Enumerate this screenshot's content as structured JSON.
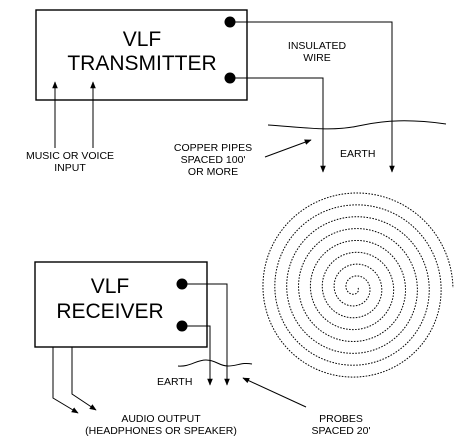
{
  "transmitter": {
    "line1": "VLF",
    "line2": "TRANSMITTER"
  },
  "receiver": {
    "line1": "VLF",
    "line2": "RECEIVER"
  },
  "labels": {
    "insulated_wire_1": "INSULATED",
    "insulated_wire_2": "WIRE",
    "earth_top": "EARTH",
    "earth_bottom": "EARTH",
    "copper_1": "COPPER PIPES",
    "copper_2": "SPACED 100'",
    "copper_3": "OR  MORE",
    "music_1": "MUSIC OR VOICE",
    "music_2": "INPUT",
    "audio_1": "AUDIO OUTPUT",
    "audio_2": "(HEADPHONES OR SPEAKER)",
    "probes_1": "PROBES",
    "probes_2": "SPACED 20'"
  }
}
